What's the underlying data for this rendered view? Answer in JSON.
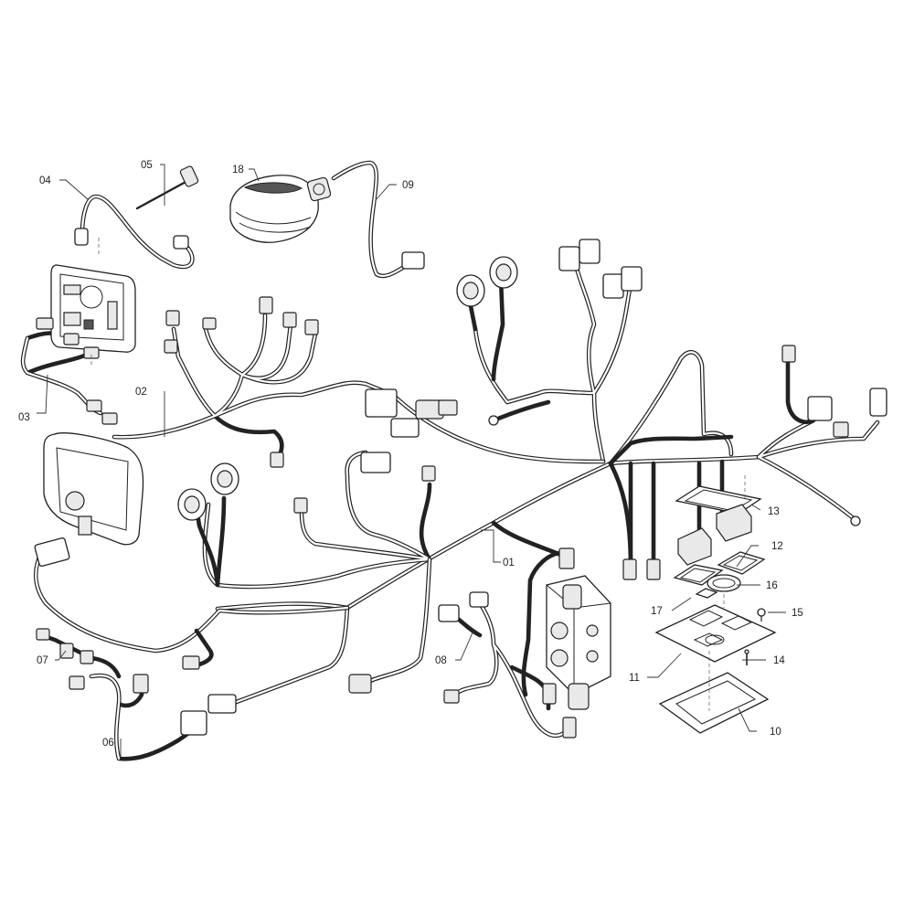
{
  "callouts": {
    "c01": "01",
    "c02": "02",
    "c03": "03",
    "c04": "04",
    "c05": "05",
    "c06": "06",
    "c07": "07",
    "c08": "08",
    "c09": "09",
    "c10": "10",
    "c11": "11",
    "c12": "12",
    "c13": "13",
    "c14": "14",
    "c15": "15",
    "c16": "16",
    "c17": "17",
    "c18": "18"
  }
}
